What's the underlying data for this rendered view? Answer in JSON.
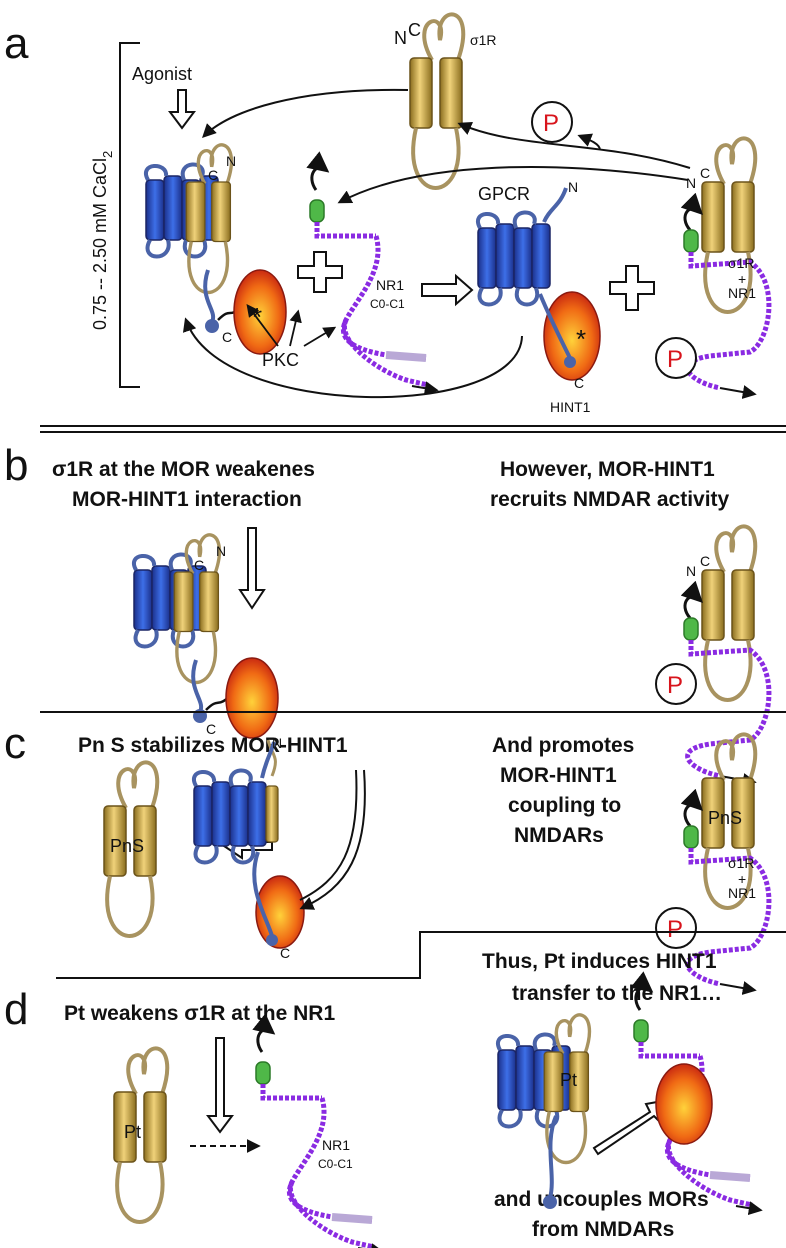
{
  "panels": {
    "a": {
      "letter": "a",
      "agonist": "Agonist",
      "calcium": "0.75  --  2.50 mM CaCl",
      "calcium_sub": "2",
      "sigma1r": "σ1R",
      "gpcr": "GPCR",
      "nr1": "NR1",
      "c0c1": "C0-C1",
      "pkc": "PKC",
      "hint1": "HINT1",
      "sigma1r_nr1_top": "σ1R",
      "sigma1r_nr1_plus": "+",
      "sigma1r_nr1_bottom": "NR1",
      "p": "P",
      "n": "N",
      "c": "C",
      "star": "*"
    },
    "b": {
      "letter": "b",
      "caption_left_1": "σ1R at the MOR weakenes",
      "caption_left_2": "MOR-HINT1 interaction",
      "caption_right_1": "However, MOR-HINT1",
      "caption_right_2": "recruits NMDAR activity",
      "p": "P"
    },
    "c": {
      "letter": "c",
      "caption_left": "Pn S stabilizes MOR-HINT1",
      "caption_right_1": "And promotes",
      "caption_right_2": "MOR-HINT1",
      "caption_right_3": "coupling to",
      "caption_right_4": "NMDARs",
      "pns": "PnS",
      "sigma1r": "σ1R",
      "plus": "+",
      "nr1": "NR1",
      "p": "P"
    },
    "d": {
      "letter": "d",
      "caption_left": "Pt weakens σ1R at the NR1",
      "caption_right_1": "Thus, Pt induces HINT1",
      "caption_right_2": "transfer to the  NR1…",
      "caption_bottom_1": "and uncouples MORs",
      "caption_bottom_2": "from NMDARs",
      "pt": "Pt",
      "nr1": "NR1",
      "c0c1": "C0-C1"
    }
  }
}
